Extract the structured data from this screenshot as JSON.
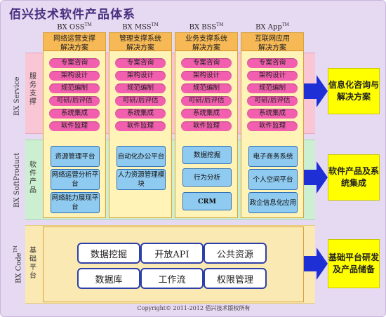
{
  "title": "佰兴技术软件产品体系",
  "columns": [
    {
      "name": "BX OSS",
      "tm": "TM",
      "header_line1": "网络运营支撑",
      "header_line2": "解决方案"
    },
    {
      "name": "BX MSS",
      "tm": "TM",
      "header_line1": "管理支撑系统",
      "header_line2": "解决方案"
    },
    {
      "name": "BX BSS",
      "tm": "TM",
      "header_line1": "业务支撑系统",
      "header_line2": "解决方案"
    },
    {
      "name": "BX App",
      "tm": "TM",
      "header_line1": "互联网应用",
      "header_line2": "解决方案"
    }
  ],
  "service": {
    "label_en": "BX Service",
    "label_cn": "服务支撑",
    "items": [
      "专案咨询",
      "架构设计",
      "规范编制",
      "可研/后评估",
      "系统集成",
      "软件监理"
    ],
    "result": "信息化咨询与解决方案"
  },
  "product": {
    "label_en": "BX SoftProduct",
    "label_cn": "软件产品",
    "columns": [
      [
        "资源管理平台",
        "网络运营分析平台",
        "网络能力展现平台"
      ],
      [
        "自动化办公平台",
        "人力资源管理模块"
      ],
      [
        "数据挖掘",
        "行为分析",
        "CRM"
      ],
      [
        "电子商务系统",
        "个人空间平台",
        "政企信息化应用"
      ]
    ],
    "result": "软件产品及系统集成"
  },
  "code": {
    "label_en": "BX Code",
    "label_tm": "TM",
    "label_cn": "基础平台",
    "items": [
      "数据挖掘",
      "开放API",
      "公共资源",
      "数据库",
      "工作流",
      "权限管理"
    ],
    "result": "基础平台研发及产品储备"
  },
  "copyright": "Copyright© 2011-2012 佰兴技术版权所有",
  "colors": {
    "pill": "#f25fae",
    "blue_box": "#8fcaf0",
    "arrow": "#1f2fd6",
    "result_box": "#ffff00"
  }
}
